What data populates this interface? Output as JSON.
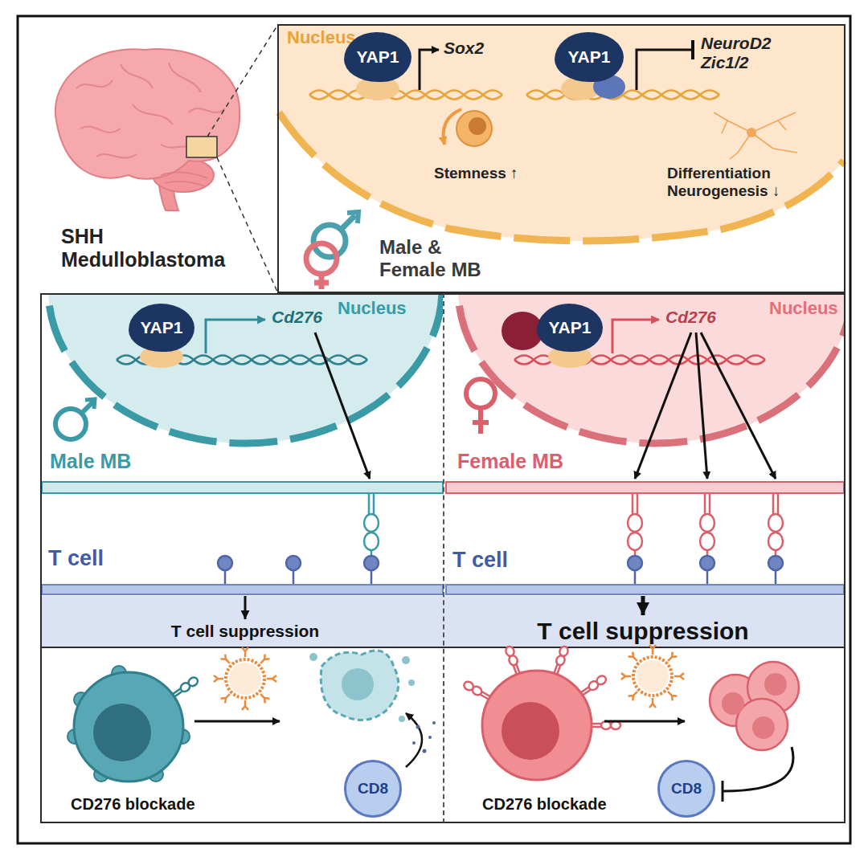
{
  "diagram": {
    "nodes": [
      {
        "text": [
          "Male & Female MB"
        ]
      },
      {
        "text": [
          "Nucleus"
        ],
        "in": 0
      },
      {
        "text": [
          "YAP1"
        ],
        "in": 1
      },
      {
        "text": [
          "YAP1"
        ],
        "in": 1
      },
      {
        "text": [
          "Male MB"
        ]
      },
      {
        "text": [
          "Nucleus"
        ],
        "in": 4
      },
      {
        "text": [
          "YAP1"
        ],
        "in": 5
      },
      {
        "text": [
          "T cell"
        ],
        "in": 4
      },
      {
        "text": [
          "T cell suppression"
        ],
        "in": 4
      },
      {
        "text": [
          "CD8"
        ],
        "in": 4
      },
      {
        "text": [
          "Female MB"
        ]
      },
      {
        "text": [
          "Nucleus"
        ],
        "in": 10
      },
      {
        "text": [
          "YAP1"
        ],
        "in": 11
      },
      {
        "text": [
          "T cell"
        ],
        "in": 10
      },
      {
        "text": [
          "T cell suppression"
        ],
        "in": 10
      },
      {
        "text": [
          "CD8"
        ],
        "in": 10
      }
    ],
    "edges": [
      {
        "from": 7,
        "to": 8,
        "arrow": "to"
      },
      {
        "from": 13,
        "to": 14,
        "arrow": "to"
      }
    ],
    "labels": [
      "SHH Medulloblastoma",
      "Sox2",
      "NeuroD2 Zic1/2",
      "Stemness ↑",
      "Differentiation Neurogenesis ↓",
      "Cd276",
      "Cd276",
      "CD276 blockade",
      "CD276 blockade"
    ]
  }
}
